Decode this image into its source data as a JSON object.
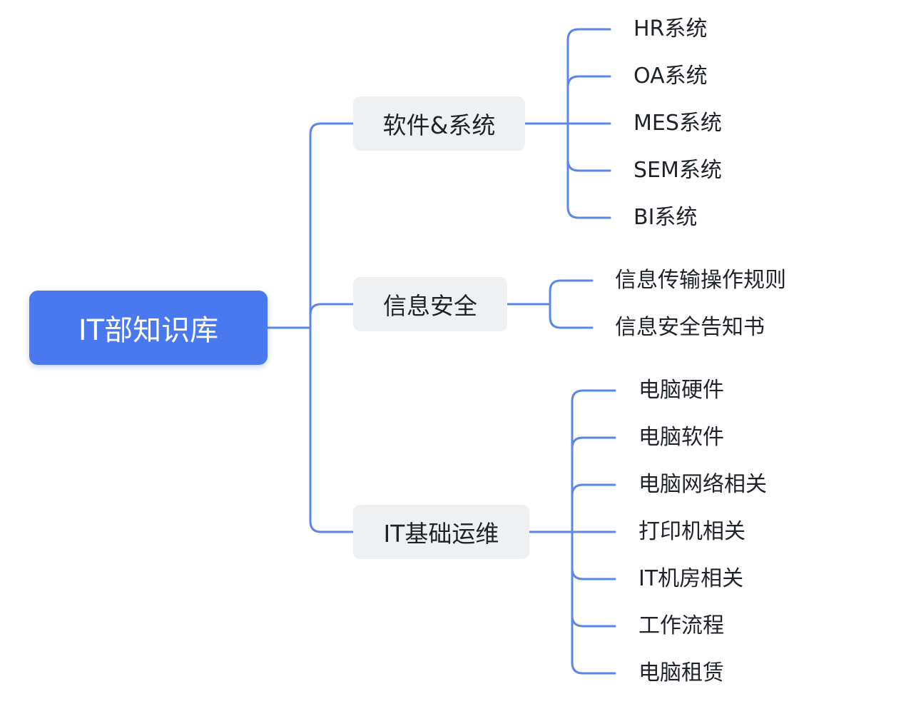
{
  "root": {
    "label": "IT部知识库"
  },
  "branches": [
    {
      "label": "软件&系统",
      "children": [
        "HR系统",
        "OA系统",
        "MES系统",
        "SEM系统",
        "BI系统"
      ]
    },
    {
      "label": "信息安全",
      "children": [
        "信息传输操作规则",
        "信息安全告知书"
      ]
    },
    {
      "label": "IT基础运维",
      "children": [
        "电脑硬件",
        "电脑软件",
        "电脑网络相关",
        "打印机相关",
        "IT机房相关",
        "工作流程",
        "电脑租赁"
      ]
    }
  ],
  "colors": {
    "root_fill": "#4A78EE",
    "branch_fill": "#EFF0F2",
    "connector": "#5B87E8",
    "text": "#1f2329"
  }
}
